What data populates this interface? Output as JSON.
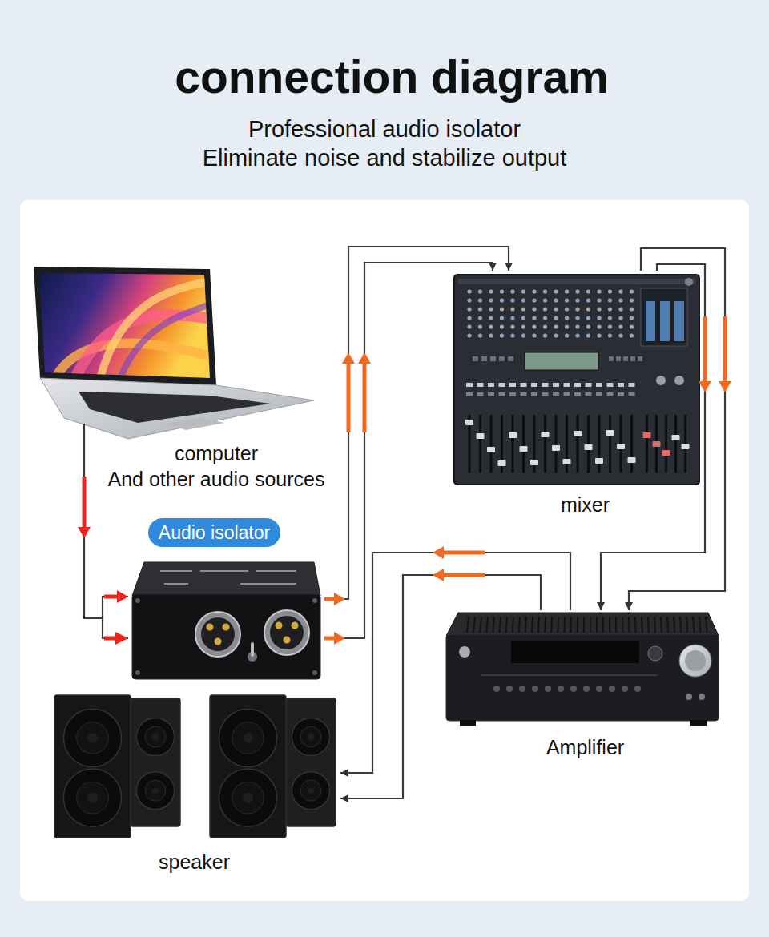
{
  "diagram": {
    "title": "connection diagram",
    "nodes": [
      {
        "text": [
          "computer",
          "And other audio sources"
        ]
      },
      {
        "text": [
          "mixer"
        ]
      },
      {
        "text": [
          "Audio isolator"
        ]
      },
      {
        "text": [
          "Amplifier"
        ]
      },
      {
        "text": [
          "speaker"
        ]
      }
    ],
    "edges": [
      {
        "from": 0,
        "to": 2,
        "arrow": "to"
      },
      {
        "from": 2,
        "to": 1,
        "arrow": "to"
      },
      {
        "from": 2,
        "to": 1,
        "arrow": "to"
      },
      {
        "from": 1,
        "to": 3,
        "arrow": "to"
      },
      {
        "from": 1,
        "to": 3,
        "arrow": "to"
      },
      {
        "from": 3,
        "to": 4,
        "arrow": "to"
      },
      {
        "from": 3,
        "to": 4,
        "arrow": "to"
      }
    ],
    "labels": [
      "Professional audio isolator",
      "Eliminate noise and stabilize output"
    ]
  }
}
